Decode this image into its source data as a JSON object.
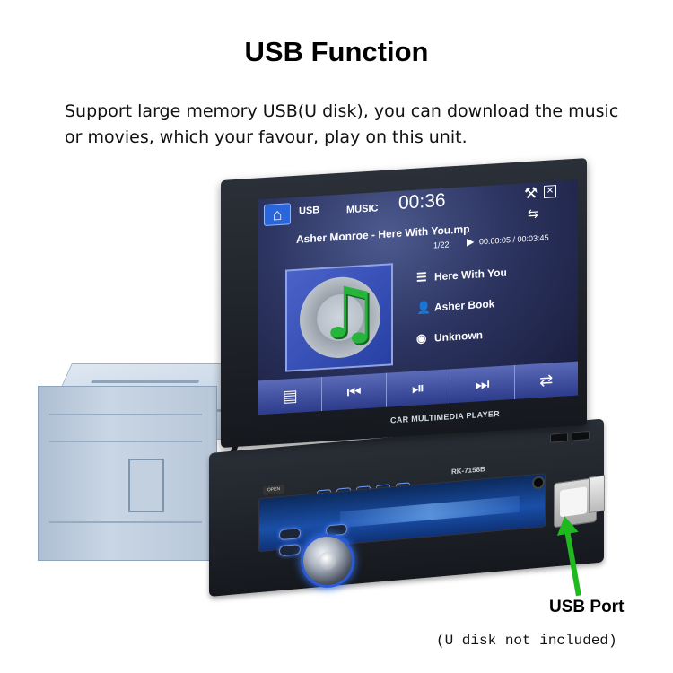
{
  "heading": "USB Function",
  "description": "Support large memory USB(U disk), you can download the music or movies, which your favour, play on this unit.",
  "device": {
    "bezel_label": "CAR MULTIMEDIA PLAYER",
    "model": "RK-7158B",
    "open_label": "OPEN",
    "screen": {
      "source": "USB",
      "mode": "MUSIC",
      "clock": "00:36",
      "song_title": "Asher Monroe - Here With You.mp",
      "track_position": "1/22",
      "elapsed_time": "00:00:05 / 00:03:45",
      "info_title": "Here With You",
      "info_artist": "Asher Book",
      "info_album": "Unknown",
      "icons": {
        "home": "home-icon",
        "settings": "tools-icon",
        "exit": "exit-icon",
        "repeat": "repeat-icon"
      },
      "controls": [
        {
          "name": "playlist",
          "glyph": "▤"
        },
        {
          "name": "previous",
          "glyph": "⏮"
        },
        {
          "name": "play-pause",
          "glyph": "⏯"
        },
        {
          "name": "next",
          "glyph": "⏭"
        },
        {
          "name": "repeat",
          "glyph": "⇄"
        }
      ]
    }
  },
  "port_label": "USB Port",
  "footnote": "(U disk not included)",
  "colors": {
    "arrow": "#1fb91f",
    "accent": "#2a66d9"
  }
}
